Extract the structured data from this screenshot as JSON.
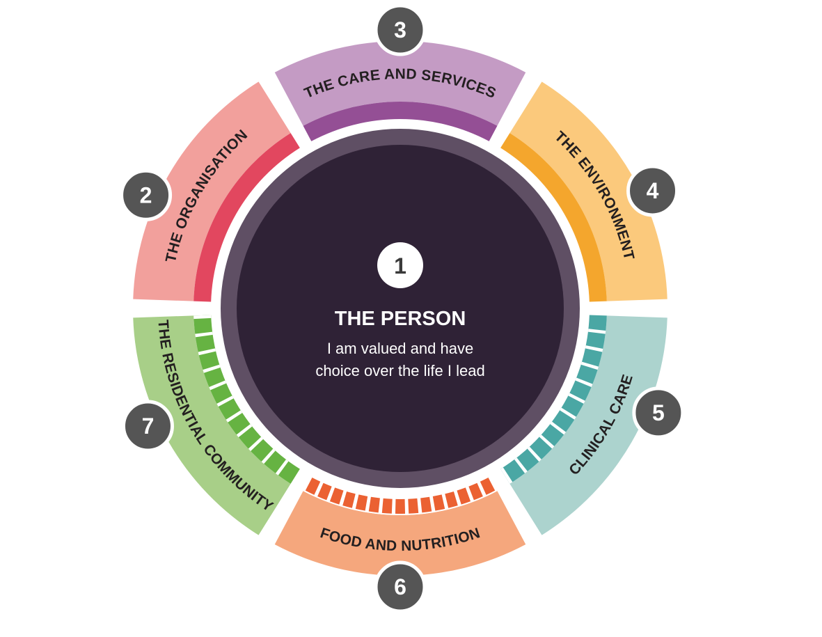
{
  "center": {
    "number": "1",
    "title": "THE PERSON",
    "subtitle_line1": "I am valued and have",
    "subtitle_line2": "choice over the life I lead"
  },
  "segments": [
    {
      "number": "2",
      "label": "THE ORGANISATION",
      "color_light": "#f2a09c",
      "color_dark": "#e2475f",
      "pattern": "solid"
    },
    {
      "number": "3",
      "label": "THE CARE AND SERVICES",
      "color_light": "#c49bc4",
      "color_dark": "#944f95",
      "pattern": "solid"
    },
    {
      "number": "4",
      "label": "THE ENVIRONMENT",
      "color_light": "#fbc97c",
      "color_dark": "#f4a62d",
      "pattern": "solid"
    },
    {
      "number": "5",
      "label": "CLINICAL CARE",
      "color_light": "#acd3ce",
      "color_dark": "#4aa7a4",
      "pattern": "striped"
    },
    {
      "number": "6",
      "label": "FOOD AND NUTRITION",
      "color_light": "#f5a77d",
      "color_dark": "#eb6132",
      "pattern": "dashed"
    },
    {
      "number": "7",
      "label": "THE RESIDENTIAL COMMUNITY",
      "color_light": "#a8cf88",
      "color_dark": "#66b342",
      "pattern": "striped"
    }
  ],
  "colors": {
    "center_fill": "#2f2236",
    "center_ring": "#5f4f64",
    "badge_fill": "#555555",
    "badge_stroke": "#ffffff"
  }
}
